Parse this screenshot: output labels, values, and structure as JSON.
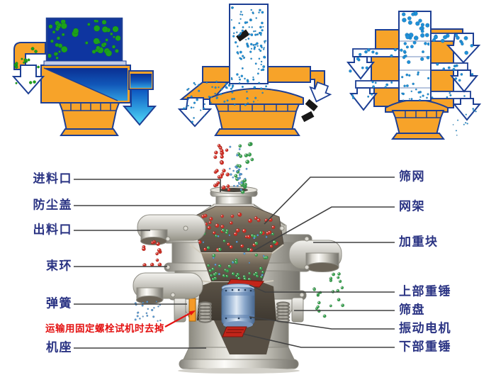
{
  "labels": {
    "left": [
      {
        "id": "feed-inlet",
        "text": "进料口"
      },
      {
        "id": "dust-cover",
        "text": "防尘盖"
      },
      {
        "id": "discharge-outlet",
        "text": "出料口"
      },
      {
        "id": "clamp-ring",
        "text": "束环"
      },
      {
        "id": "spring",
        "text": "弹簧"
      },
      {
        "id": "machine-base",
        "text": "机座"
      }
    ],
    "right": [
      {
        "id": "screen-mesh",
        "text": "筛网"
      },
      {
        "id": "mesh-frame",
        "text": "网架"
      },
      {
        "id": "weight-block",
        "text": "加重块"
      },
      {
        "id": "upper-weight",
        "text": "上部重锤"
      },
      {
        "id": "sieve-tray",
        "text": "筛盘"
      },
      {
        "id": "vibration-motor",
        "text": "振动电机"
      },
      {
        "id": "lower-weight",
        "text": "下部重锤"
      }
    ],
    "note": {
      "id": "transport-bolt-note",
      "text": "运输用固定螺栓试机时去掉"
    }
  },
  "colors": {
    "label_text": "#2a3383",
    "note_text": "#e41212",
    "leader_line": "#404040",
    "machine_orange": "#f7a329",
    "outline_navy": "#1d3f94",
    "tank_blue": "#0e35a0",
    "flow_green": "#1ca11c",
    "speckle_blue": "#2090d8",
    "chunk_black": "#181818",
    "arrow_fill": "#ffffff",
    "ball_red": "#cf3026",
    "ball_green": "#3aa050",
    "ball_blue": "#5b9bd5",
    "metal_light": "#f4f3ef",
    "metal_dark": "#8e8c83",
    "interior_brown": "#6e6456",
    "motor_blue": "#8ba8cc",
    "weight_red": "#c2251a",
    "bolt_orange": "#f59a28",
    "liquid_blue_dark": "#0a2f92",
    "liquid_cyan": "#55dcf8"
  }
}
